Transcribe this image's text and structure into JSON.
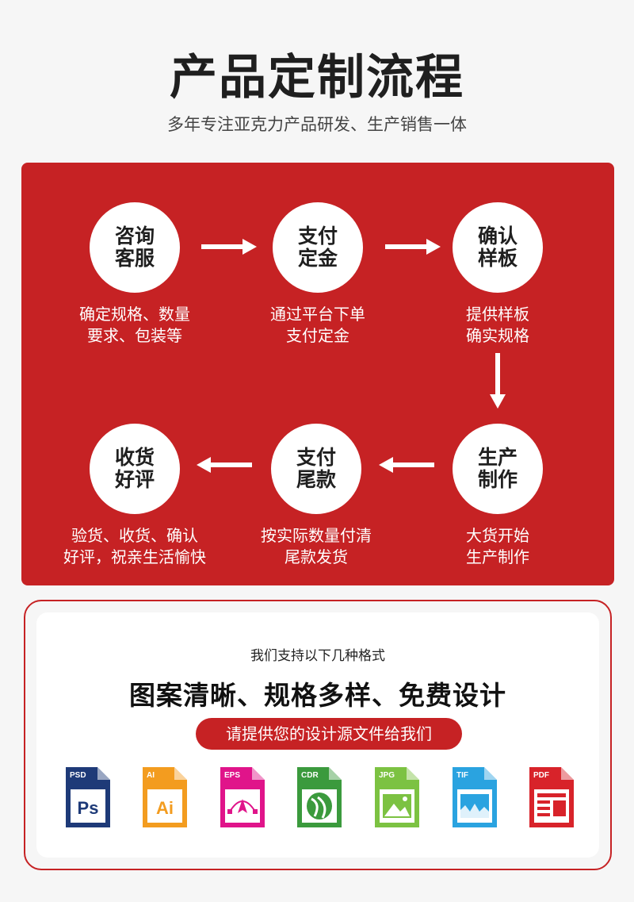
{
  "header": {
    "title": "产品定制流程",
    "subtitle": "多年专注亚克力产品研发、生产销售一体"
  },
  "steps": [
    {
      "name": "咨询客服",
      "desc1": "确定规格、数量",
      "desc2": "要求、包装等"
    },
    {
      "name": "支付定金",
      "desc1": "通过平台下单",
      "desc2": "支付定金"
    },
    {
      "name": "确认样板",
      "desc1": "提供样板",
      "desc2": "确实规格"
    },
    {
      "name": "生产制作",
      "desc1": "大货开始",
      "desc2": "生产制作"
    },
    {
      "name": "支付尾款",
      "desc1": "按实际数量付清",
      "desc2": "尾款发货"
    },
    {
      "name": "收货好评",
      "desc1": "验货、收货、确认",
      "desc2": "好评，祝亲生活愉快"
    }
  ],
  "formats_section": {
    "support_text": "我们支持以下几种格式",
    "headline": "图案清晰、规格多样、免费设计",
    "pill_text": "请提供您的设计源文件给我们",
    "formats": [
      {
        "tag": "PSD",
        "label": "Ps",
        "color": "#1e3a78"
      },
      {
        "tag": "AI",
        "label": "Ai",
        "color": "#f39c1f"
      },
      {
        "tag": "EPS",
        "label": "",
        "color": "#e0148a"
      },
      {
        "tag": "CDR",
        "label": "",
        "color": "#3b9a3d"
      },
      {
        "tag": "JPG",
        "label": "",
        "color": "#7cc242"
      },
      {
        "tag": "TIF",
        "label": "",
        "color": "#2aa3e0"
      },
      {
        "tag": "PDF",
        "label": "",
        "color": "#d8232a"
      }
    ]
  },
  "colors": {
    "brand_red": "#c62224",
    "background": "#f6f6f6",
    "text_dark": "#1f1f1f"
  }
}
